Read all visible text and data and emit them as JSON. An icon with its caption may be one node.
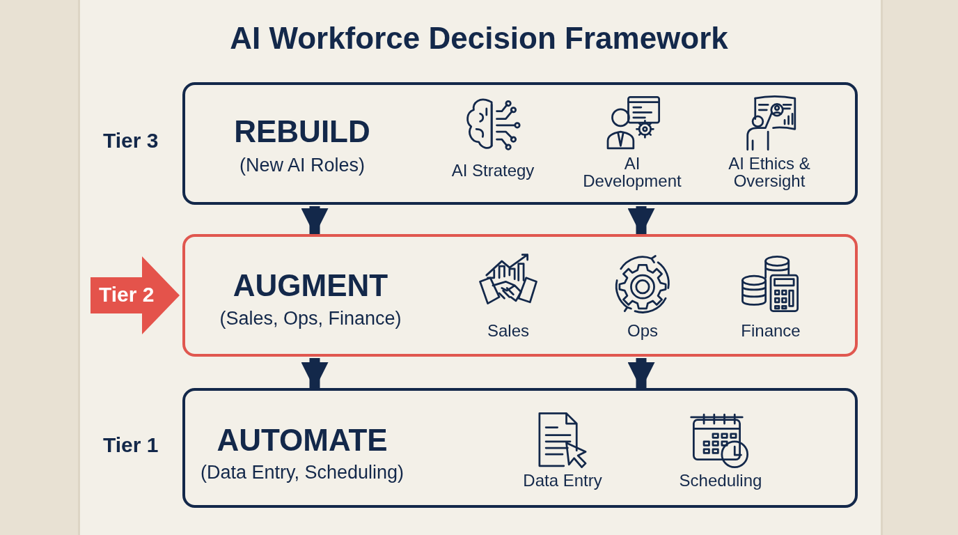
{
  "diagram": {
    "title": "AI Workforce Decision Framework",
    "nodes": [
      {
        "text": [
          "REBUILD",
          "(New AI Roles)"
        ],
        "beside": [
          "Tier 3"
        ]
      },
      {
        "text": [
          "Tier 2"
        ]
      },
      {
        "text": [
          "AUGMENT",
          "(Sales, Ops, Finance)"
        ]
      },
      {
        "text": [
          "AUTOMATE",
          "(Data Entry, Scheduling)"
        ],
        "beside": [
          "Tier 1"
        ]
      }
    ],
    "edges": [
      {
        "from": 0,
        "to": 2,
        "arrow": "to"
      },
      {
        "from": 0,
        "to": 2,
        "arrow": "to"
      },
      {
        "from": 2,
        "to": 3,
        "arrow": "to"
      },
      {
        "from": 2,
        "to": 3,
        "arrow": "to"
      }
    ],
    "labels": [
      "AI Strategy",
      "AI Development",
      "AI Ethics & Oversight",
      "Sales",
      "Ops",
      "Finance",
      "Data Entry",
      "Scheduling"
    ]
  }
}
